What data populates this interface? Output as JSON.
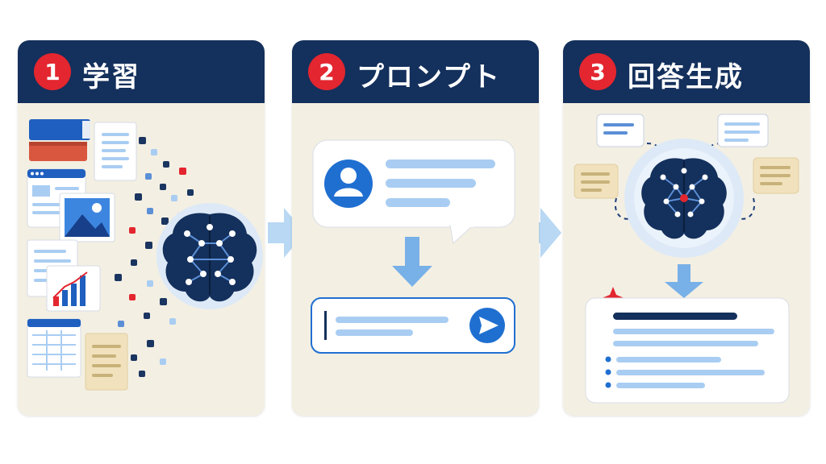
{
  "colors": {
    "header_navy": "#14305c",
    "badge_red": "#e3262f",
    "panel_cream": "#f3efe3",
    "accent_blue": "#1f6fd1",
    "light_blue": "#a9cdf2",
    "arrow_blue": "#b8d8f3"
  },
  "steps": [
    {
      "number": "1",
      "title": "学習"
    },
    {
      "number": "2",
      "title": "プロンプト"
    },
    {
      "number": "3",
      "title": "回答生成"
    }
  ],
  "icons": {
    "step1": [
      "books-icon",
      "document-icon",
      "web-page-icon",
      "image-icon",
      "bar-chart-icon",
      "spreadsheet-icon",
      "brain-network-icon"
    ],
    "step2": [
      "user-avatar-icon",
      "chat-bubble-icon",
      "down-arrow-icon",
      "send-icon"
    ],
    "step3": [
      "brain-network-icon",
      "sparkle-icon",
      "answer-card-icon"
    ]
  }
}
